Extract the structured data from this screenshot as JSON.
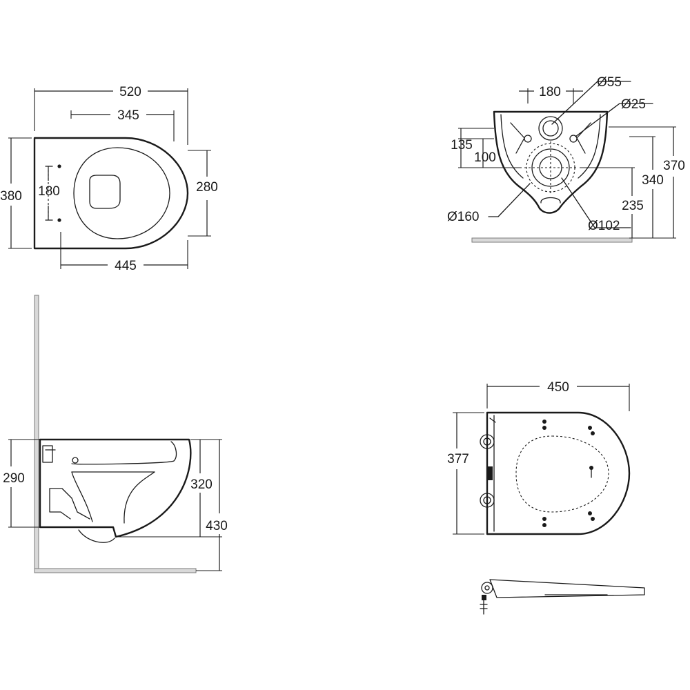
{
  "dimensions": {
    "top_view": {
      "width_overall": "520",
      "width_inner": "345",
      "width_front": "445",
      "height_overall": "380",
      "fixing_spacing": "180",
      "inner_depth": "280"
    },
    "rear_view": {
      "bolt_spacing": "180",
      "inlet_diameter": "Ø55",
      "bolt_diameter": "Ø25",
      "inlet_height": "135",
      "bolt_height": "100",
      "total_height": "370",
      "upper_height": "340",
      "outlet_height": "235",
      "outlet_outer_diameter": "Ø160",
      "outlet_inner_diameter": "Ø102"
    },
    "side_view": {
      "rim_height": "290",
      "bowl_height": "320",
      "overall_height": "430"
    },
    "seat_view": {
      "seat_width": "450",
      "seat_depth": "377"
    }
  }
}
